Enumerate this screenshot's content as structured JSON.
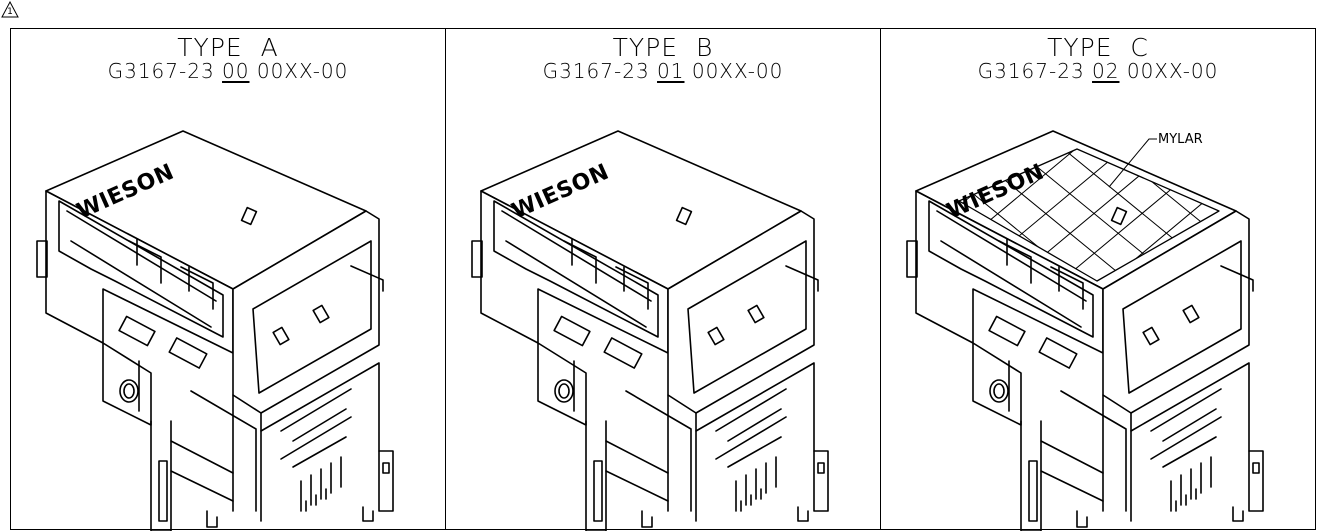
{
  "revision_mark": "1",
  "panels": [
    {
      "type_label": "TYPE  A",
      "part_prefix": "G3167-23 ",
      "part_variant": "00",
      "part_suffix": " 00XX-00",
      "brand": "WIESON"
    },
    {
      "type_label": "TYPE  B",
      "part_prefix": "G3167-23 ",
      "part_variant": "01",
      "part_suffix": " 00XX-00",
      "brand": "WIESON"
    },
    {
      "type_label": "TYPE  C",
      "part_prefix": "G3167-23 ",
      "part_variant": "02",
      "part_suffix": " 00XX-00",
      "brand": "WIESON",
      "callout": "MYLAR"
    }
  ]
}
